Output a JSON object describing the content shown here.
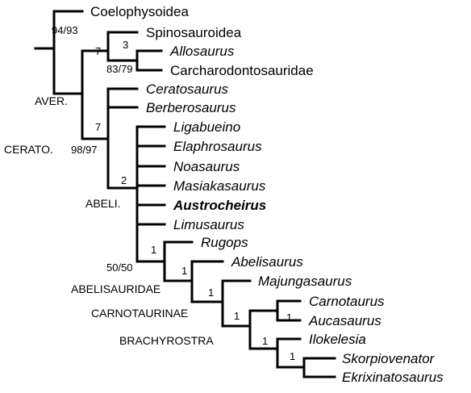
{
  "taxa": [
    {
      "name": "Coelophysoidea",
      "italic": false,
      "bold": false
    },
    {
      "name": "Spinosauroidea",
      "italic": false,
      "bold": false
    },
    {
      "name": "Allosaurus",
      "italic": true,
      "bold": false
    },
    {
      "name": "Carcharodontosauridae",
      "italic": false,
      "bold": false
    },
    {
      "name": "Ceratosaurus",
      "italic": true,
      "bold": false
    },
    {
      "name": "Berberosaurus",
      "italic": true,
      "bold": false
    },
    {
      "name": "Ligabueino",
      "italic": true,
      "bold": false
    },
    {
      "name": "Elaphrosaurus",
      "italic": true,
      "bold": false
    },
    {
      "name": "Noasaurus",
      "italic": true,
      "bold": false
    },
    {
      "name": "Masiakasaurus",
      "italic": true,
      "bold": false
    },
    {
      "name": "Austrocheirus",
      "italic": true,
      "bold": true
    },
    {
      "name": "Limusaurus",
      "italic": true,
      "bold": false
    },
    {
      "name": "Rugops",
      "italic": true,
      "bold": false
    },
    {
      "name": "Abelisaurus",
      "italic": true,
      "bold": false
    },
    {
      "name": "Majungasaurus",
      "italic": true,
      "bold": false
    },
    {
      "name": "Carnotaurus",
      "italic": true,
      "bold": false
    },
    {
      "name": "Aucasaurus",
      "italic": true,
      "bold": false
    },
    {
      "name": "Ilokelesia",
      "italic": true,
      "bold": false
    },
    {
      "name": "Skorpiovenator",
      "italic": true,
      "bold": false
    },
    {
      "name": "Ekrixinatosaurus",
      "italic": true,
      "bold": false
    }
  ],
  "support": {
    "averostra": "94/93",
    "tetanurae": "7",
    "allosauroidea": "3",
    "allosauroidea_lower": "83/79",
    "ceratosauria_a": "7",
    "ceratosauria_b": "98/97",
    "abelisauroidea": "2",
    "abelisauridae_a": "1",
    "abelisauridae_b": "50/50",
    "abelisauridae_sub": "1",
    "carnotaurinae_node": "1",
    "brachyrostra_node": "1",
    "carnotaurus_aucasaurus": "1",
    "ilokelesia_node": "1",
    "skorpio_ekrix": "1"
  },
  "clades": {
    "averostra": "AVER.",
    "ceratosauria": "CERATO.",
    "abelisauroidea": "ABELI.",
    "abelisauridae": "ABELISAURIDAE",
    "carnotaurinae": "CARNOTAURINAE",
    "brachyrostra": "BRACHYROSTRA"
  }
}
